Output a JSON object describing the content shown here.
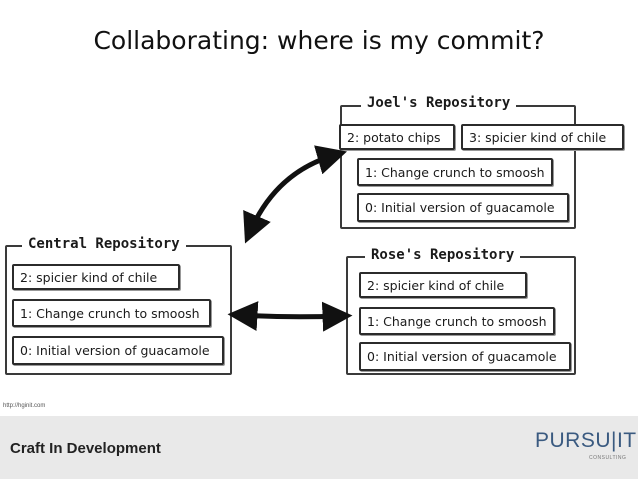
{
  "slide": {
    "title": "Collaborating: where is my commit?"
  },
  "repositories": {
    "joel": {
      "title": "Joel's Repository",
      "commits": [
        "2: potato chips",
        "3: spicier kind of chile",
        "1: Change crunch to smoosh",
        "0: Initial version of guacamole"
      ]
    },
    "central": {
      "title": "Central Repository",
      "commits": [
        "2: spicier kind of chile",
        "1: Change crunch to smoosh",
        "0: Initial version of guacamole"
      ]
    },
    "rose": {
      "title": "Rose's Repository",
      "commits": [
        "2: spicier kind of chile",
        "1: Change crunch to smoosh",
        "0: Initial version of guacamole"
      ]
    }
  },
  "credit": "http://hginit.com",
  "footer": {
    "label": "Craft In Development",
    "logo_text": "PURSU|IT",
    "logo_subtext": "CONSULTING"
  },
  "colors": {
    "logo": "#3a5a80",
    "footer_bg": "#e9e9e9"
  }
}
